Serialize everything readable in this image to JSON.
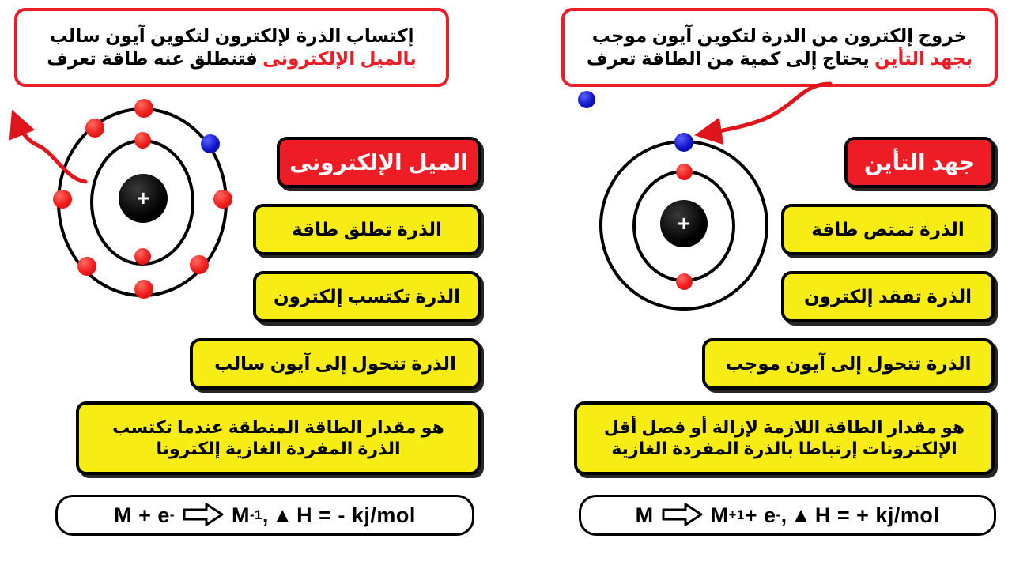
{
  "theme": {
    "red": "#ee1c25",
    "yellow": "#f7ec13",
    "black": "#000000",
    "white": "#ffffff",
    "electron_red": "#ee1c1c",
    "electron_blue": "#1212c8"
  },
  "left_panel": {
    "callout": {
      "line1": "إكتساب الذرة لإلكترون لتكوين آيون سالب",
      "line2_plain": "فتنطلق عنه طاقة تعرف",
      "line2_highlight": "بالميل الإلكترونى"
    },
    "atom": {
      "nucleus_symbol": "+",
      "inner_shell_electrons": 2,
      "outer_shell_electrons_red": 7,
      "outer_shell_electrons_blue": 1,
      "arrow_direction": "outward-upper-left"
    },
    "title_bar": "الميل الإلكترونى",
    "facts": [
      "الذرة تطلق طاقة",
      "الذرة تكتسب إلكترون",
      "الذرة تتحول إلى آيون سالب"
    ],
    "definition": {
      "line1": "هو مقدار الطاقة المنطقة عندما تكتسب",
      "line2": "الذرة المفردة الغازية إلكترونا"
    },
    "equation": {
      "left_term": "M  + e",
      "left_sup": "-",
      "arrow": "arrow-right-icon",
      "product": "M",
      "product_sup": "-1",
      "comma": " , ",
      "delta": "▲",
      "enthalpy": "H = - kj/mol"
    }
  },
  "right_panel": {
    "callout": {
      "line1": "خروج إلكترون من الذرة لتكوين آيون موجب",
      "line2_plain": "يحتاج إلى كمية من الطاقة تعرف",
      "line2_highlight": "بجهد التأين"
    },
    "atom": {
      "nucleus_symbol": "+",
      "inner_shell_electrons": 2,
      "outer_shell_electrons_red": 0,
      "outer_shell_electrons_blue": 1,
      "freed_electron": true,
      "arrow_direction": "inward-from-upper-right"
    },
    "title_bar": "جهد التأين",
    "facts": [
      "الذرة تمتص طاقة",
      "الذرة تفقد إلكترون",
      "الذرة تتحول إلى آيون موجب"
    ],
    "definition": {
      "line1": "هو مقدار الطاقة اللازمة لإزالة أو فصل أقل",
      "line2": "الإلكترونات إرتباطا بالذرة المفردة الغازية"
    },
    "equation": {
      "left_term": "M",
      "arrow": "arrow-right-icon",
      "product": "M",
      "product_sup": "+1",
      "plus_electron": " + e",
      "electron_sup": "-",
      "comma": ", ",
      "delta": "▲",
      "enthalpy": "H = + kj/mol"
    }
  }
}
